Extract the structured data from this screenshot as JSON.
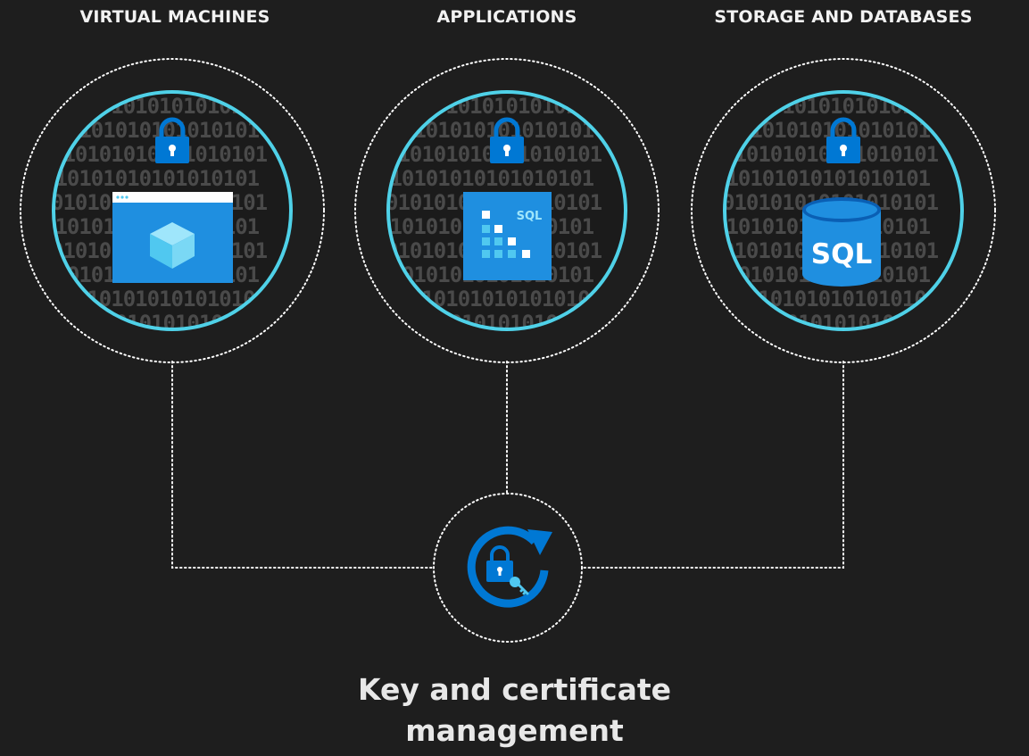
{
  "columns": [
    {
      "label": "VIRTUAL MACHINES",
      "icon": "virtual-machine-icon"
    },
    {
      "label": "APPLICATIONS",
      "icon": "sql-app-icon",
      "badge": "SQL"
    },
    {
      "label": "STORAGE AND DATABASES",
      "icon": "sql-database-icon",
      "badge": "SQL"
    }
  ],
  "hub": {
    "icon": "key-rotation-icon"
  },
  "caption": {
    "line1": "Key and certificate",
    "line2": "management"
  },
  "binary_pattern": "010101010101010101",
  "colors": {
    "background": "#1e1e1e",
    "ring": "#4fd1e8",
    "icon_blue": "#0078d4",
    "icon_light": "#50c8f0",
    "binary": "#4a4a4a",
    "dots": "#ffffff"
  }
}
